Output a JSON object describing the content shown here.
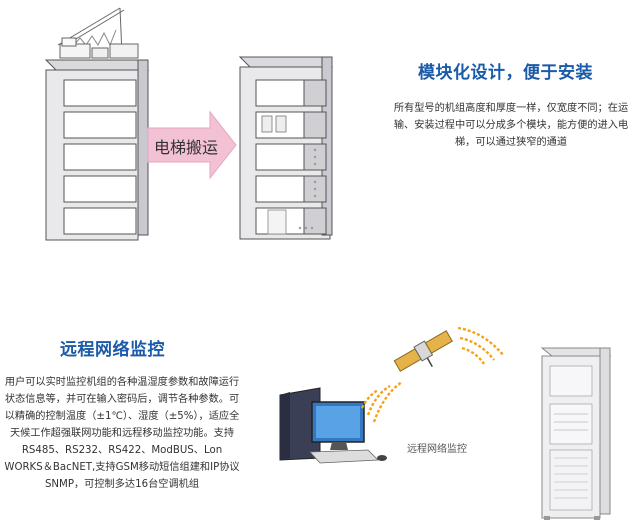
{
  "section_modular": {
    "arrow_label": "电梯搬运",
    "title": "模块化设计，便于安装",
    "description": "所有型号的机组高度和厚度一样，仅宽度不同；在运输、安装过程中可以分成多个模块，能方便的进入电梯，可以通过狭窄的通道"
  },
  "section_remote": {
    "title": "远程网络监控",
    "description": "用户可以实时监控机组的各种温湿度参数和故障运行状态信息等，并可在输入密码后，调节各种参数。可以精确的控制温度（±1℃）、湿度（±5%），适应全天候工作超强联网功能和远程移动监控功能。支持RS485、RS232、RS422、ModBUS、Lon WORKS＆BacNET,支持GSM移动短信组建和IP协议SNMP，可控制多达16台空调机组",
    "caption": "远程网络监控"
  },
  "colors": {
    "title_blue": "#1a5aa8",
    "arrow_pink": "#f2c1d4",
    "cabinet_gray": "#e9e9ec",
    "signal_orange": "#f5a21b"
  },
  "icons": [
    "crane-icon",
    "satellite-icon",
    "computer-icon",
    "signal-wave-icon"
  ]
}
